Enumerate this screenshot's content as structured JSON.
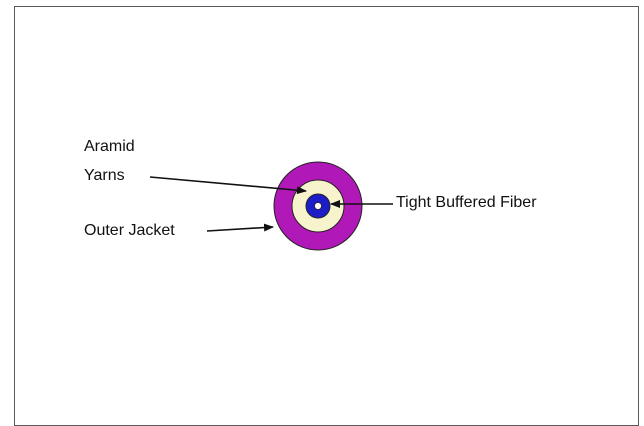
{
  "diagram": {
    "labels": {
      "aramid_line1": "Aramid",
      "aramid_line2": "Yarns",
      "outer_jacket": "Outer Jacket",
      "tight_buffered_fiber": "Tight Buffered Fiber"
    },
    "colors": {
      "outer_jacket": "#b018b8",
      "aramid_yarns": "#f7f3cc",
      "buffer": "#1d1dc8",
      "fiber_core": "#ffffff",
      "outline": "#111111"
    }
  }
}
